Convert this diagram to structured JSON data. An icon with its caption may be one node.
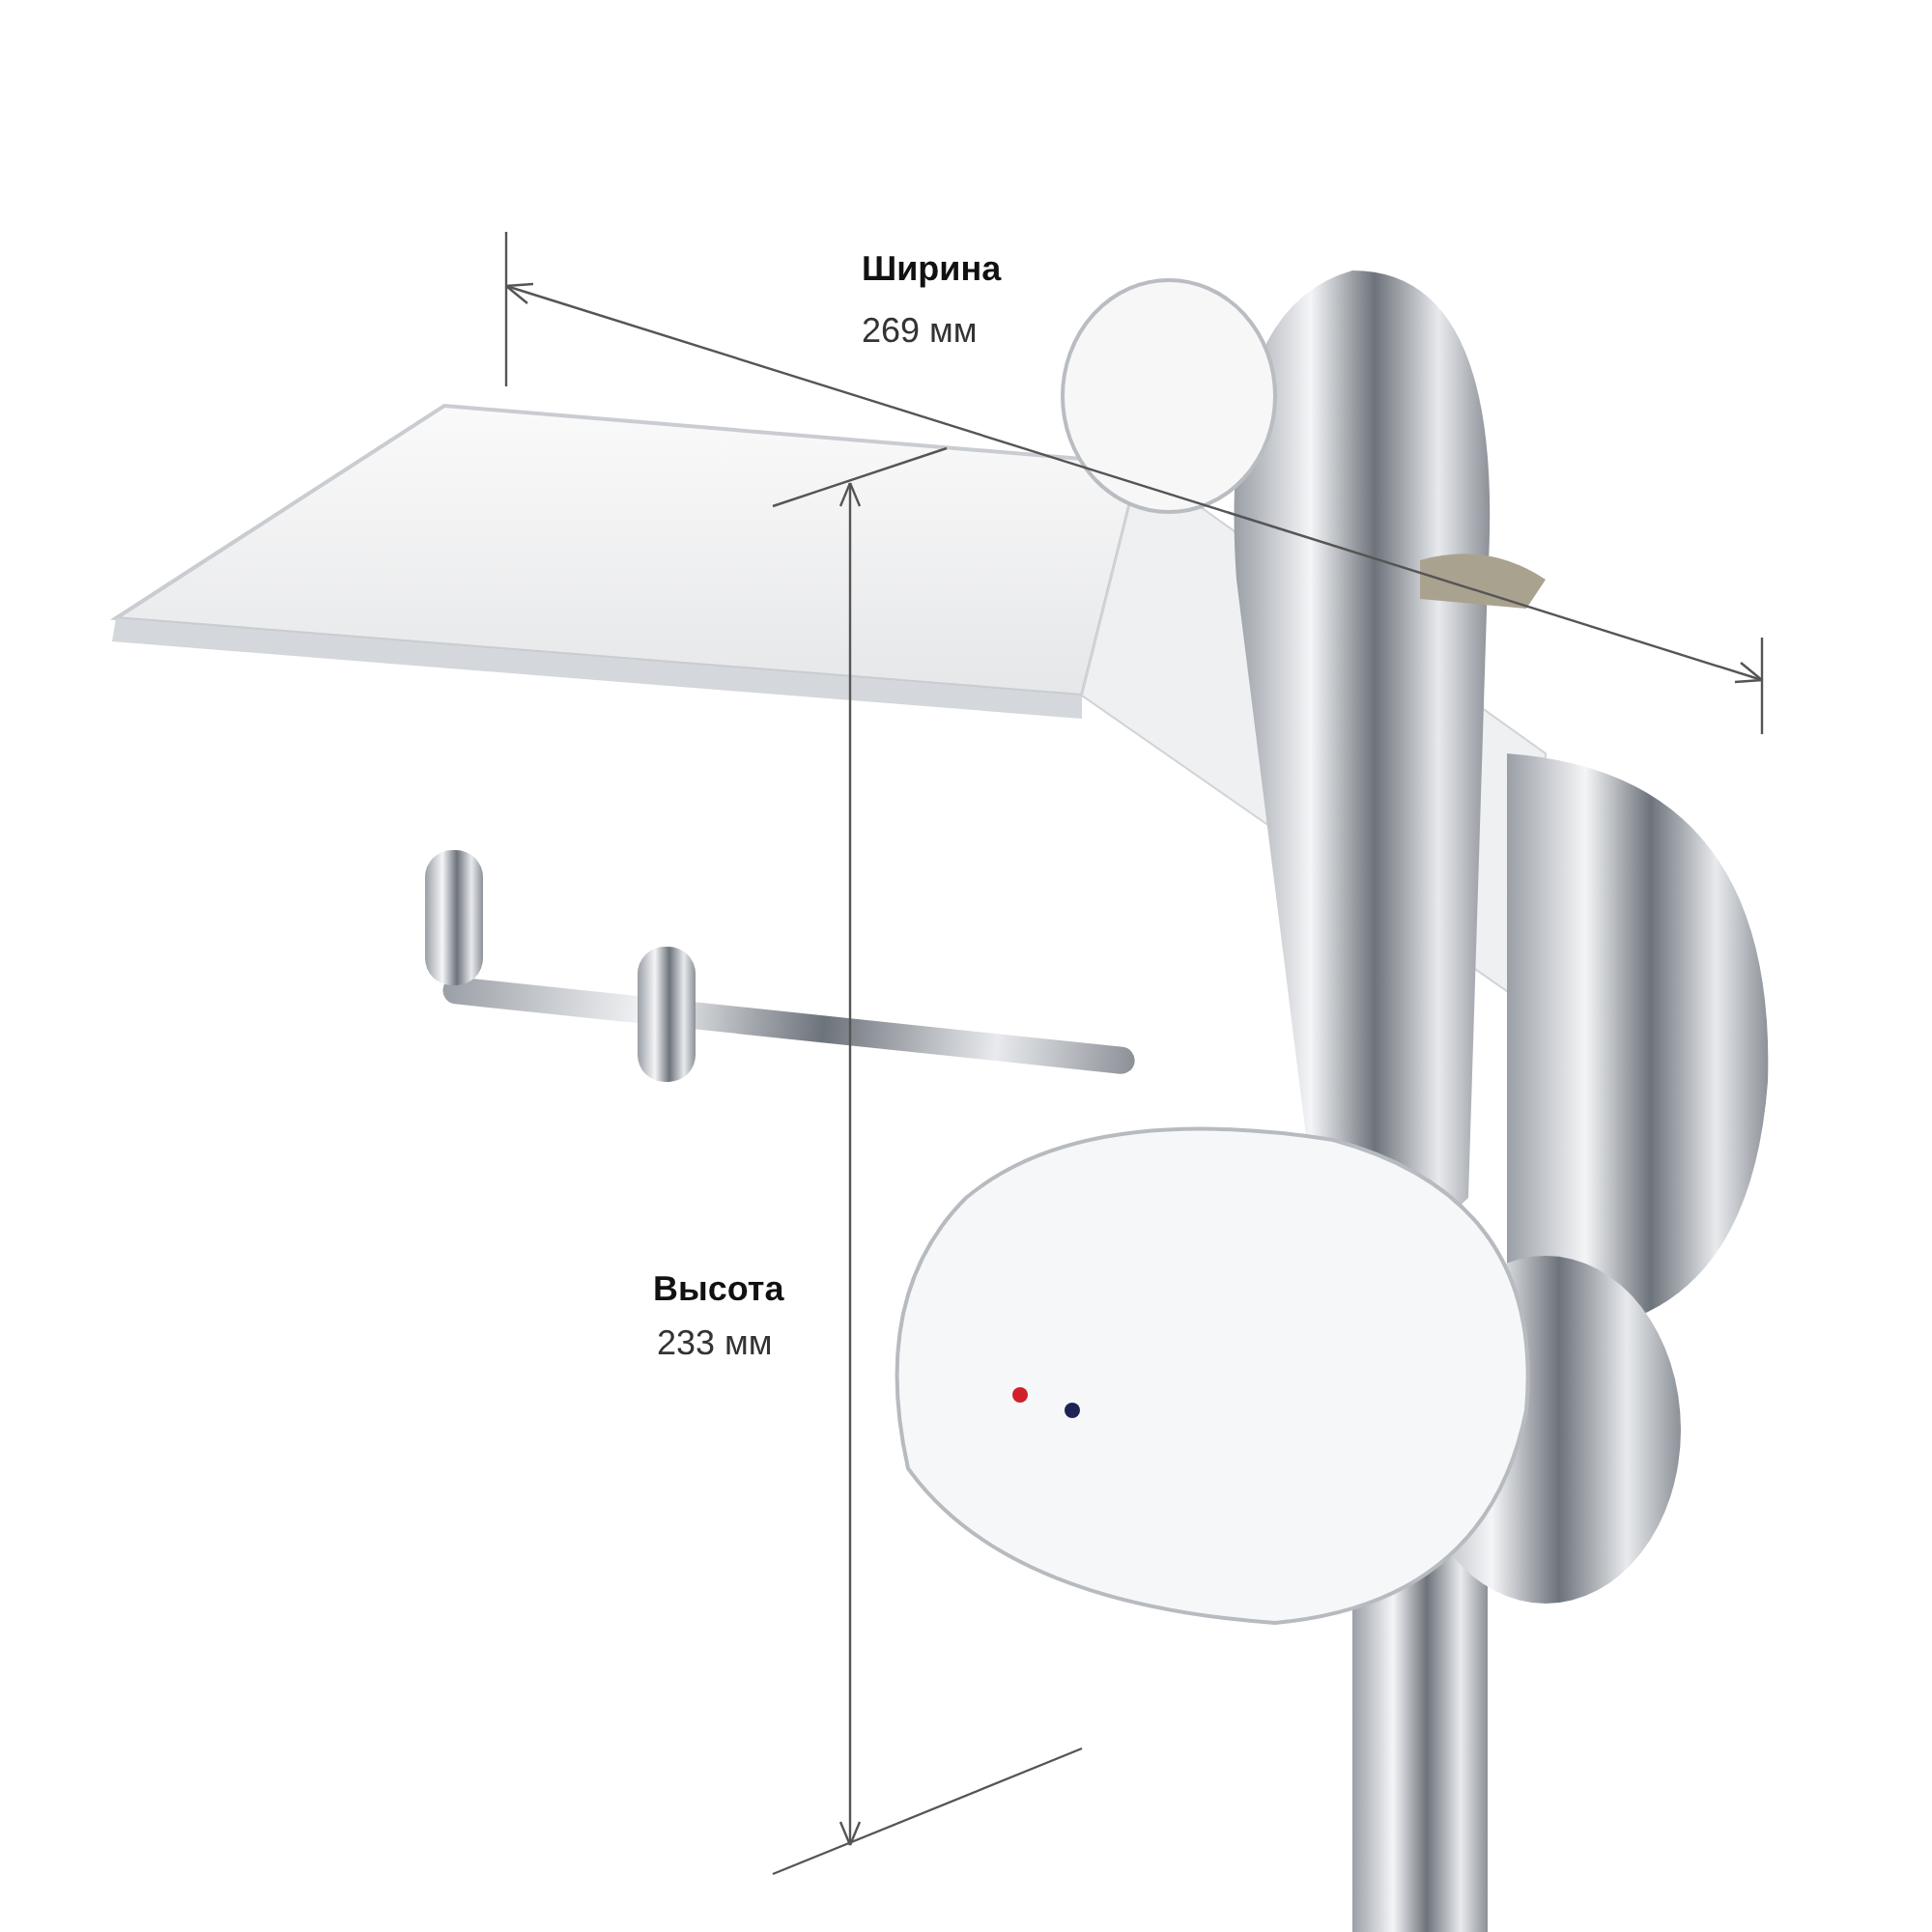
{
  "diagram": {
    "labels": [
      "Ширина",
      "269 мм",
      "Высота",
      "233 мм"
    ]
  }
}
